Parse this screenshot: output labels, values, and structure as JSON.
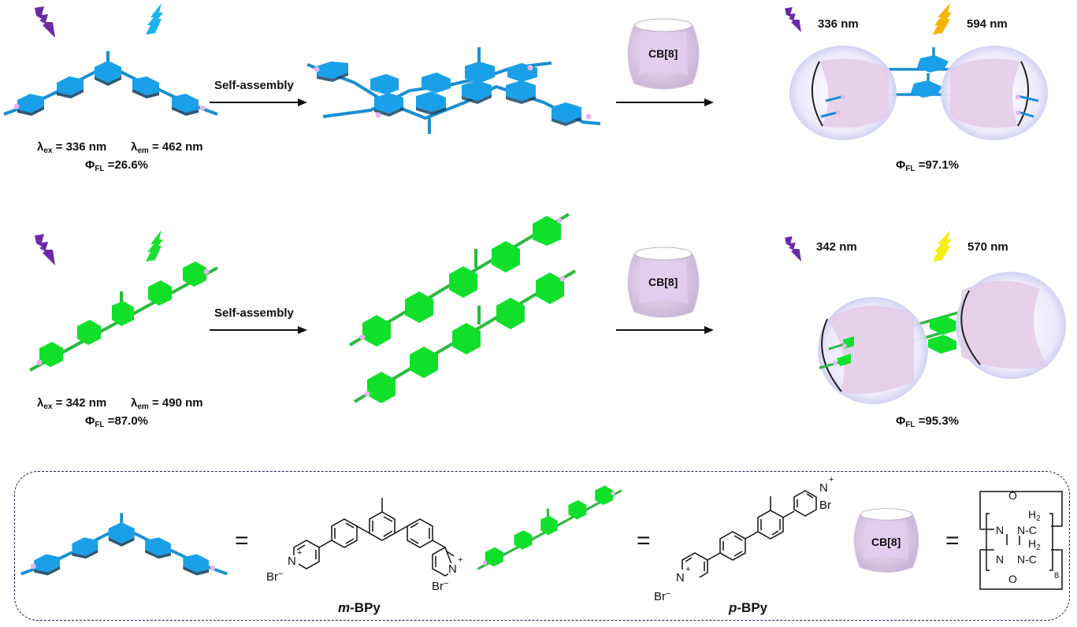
{
  "colors": {
    "blue_molecule": "#1aa0e8",
    "green_molecule": "#11e02a",
    "excitation_bolt": "#6a2aa8",
    "blue_emission_bolt": "#1ab2ea",
    "green_emission_bolt": "#19e030",
    "orange_emission_bolt": "#f5b400",
    "yellow_emission_bolt": "#f5ee10",
    "cb8_body": "#e6d6f0",
    "dashed_border": "#1e2a4a"
  },
  "row1": {
    "molecule_name": "m-BPy",
    "lambda_ex_symbol": "λ",
    "lambda_ex_sub": "ex",
    "lambda_ex_value": "= 336 nm",
    "lambda_em_symbol": "λ",
    "lambda_em_sub": "em",
    "lambda_em_value": "= 462 nm",
    "phi_symbol": "Φ",
    "phi_sub": "FL",
    "phi_value": "=26.6%",
    "arrow1_label": "Self-assembly",
    "host_label": "CB[8]",
    "complex_ex_label": "336 nm",
    "complex_em_label": "594 nm",
    "complex_phi_symbol": "Φ",
    "complex_phi_sub": "FL",
    "complex_phi_value": "=97.1%"
  },
  "row2": {
    "molecule_name": "p-BPy",
    "lambda_ex_symbol": "λ",
    "lambda_ex_sub": "ex",
    "lambda_ex_value": "= 342 nm",
    "lambda_em_symbol": "λ",
    "lambda_em_sub": "em",
    "lambda_em_value": "= 490 nm",
    "phi_symbol": "Φ",
    "phi_sub": "FL",
    "phi_value": "=87.0%",
    "arrow1_label": "Self-assembly",
    "host_label": "CB[8]",
    "complex_ex_label": "342 nm",
    "complex_em_label": "570 nm",
    "complex_phi_symbol": "Φ",
    "complex_phi_sub": "FL",
    "complex_phi_value": "=95.3%"
  },
  "legend": {
    "equals": "=",
    "m_bpy_prefix": "m",
    "m_bpy_suffix": "-BPy",
    "p_bpy_prefix": "p",
    "p_bpy_suffix": "-BPy",
    "cb8_label": "CB[8]",
    "atoms": {
      "N": "N",
      "N_plus": "N",
      "plus": "+",
      "Br_minus": "Br",
      "Br": "Br",
      "minus": "−",
      "O": "O",
      "NC": "N-C",
      "H2": "H",
      "two": "2",
      "repeat_n": "8"
    }
  }
}
